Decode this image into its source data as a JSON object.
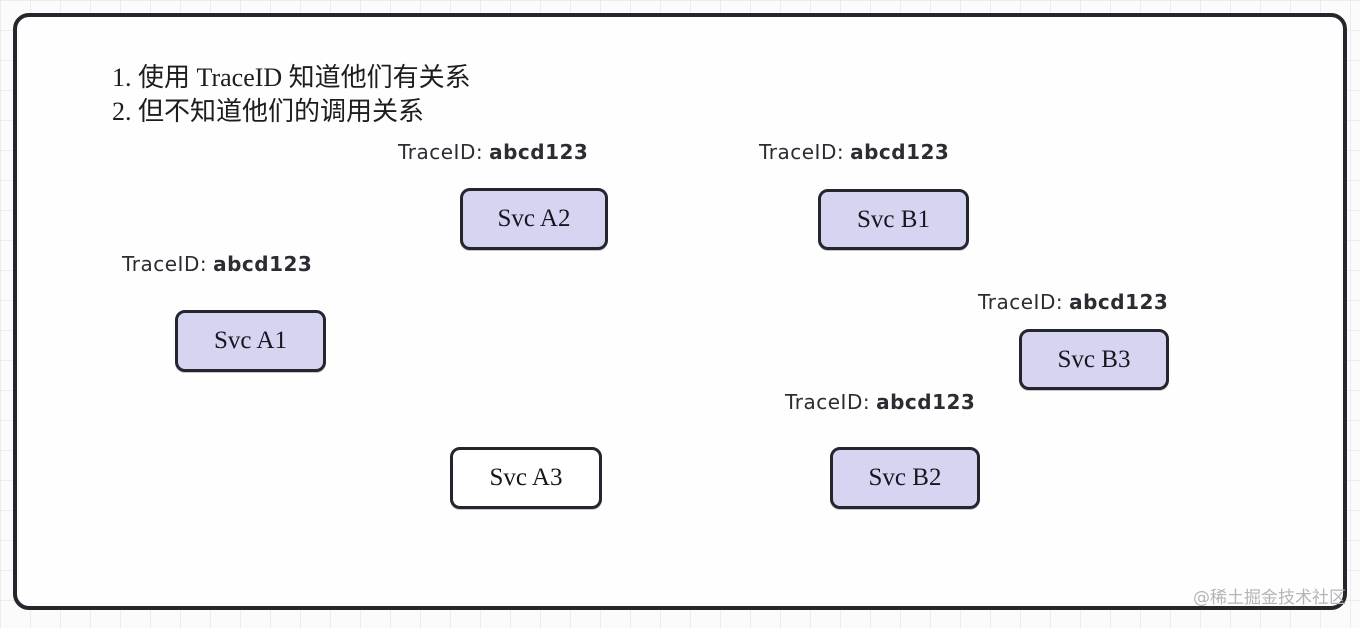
{
  "notes": [
    "1. 使用 TraceID 知道他们有关系",
    "2. 但不知道他们的调用关系"
  ],
  "trace_label": {
    "prefix": "TraceID:",
    "value": "abcd123"
  },
  "services": [
    {
      "key": "svc-a2",
      "label": "Svc A2"
    },
    {
      "key": "svc-b1",
      "label": "Svc B1"
    },
    {
      "key": "svc-a1",
      "label": "Svc A1"
    },
    {
      "key": "svc-b3",
      "label": "Svc B3"
    },
    {
      "key": "svc-a3",
      "label": "Svc A3"
    },
    {
      "key": "svc-b2",
      "label": "Svc B2"
    }
  ],
  "watermark": "@稀土掘金技术社区",
  "colors": {
    "frame_border": "#26262e",
    "box_fill": "#d5d5f2",
    "box_fill_plain": "#ffffff",
    "box_border": "#25252d",
    "grid_line": "#ececec",
    "watermark_text": "#b5b5b5"
  }
}
